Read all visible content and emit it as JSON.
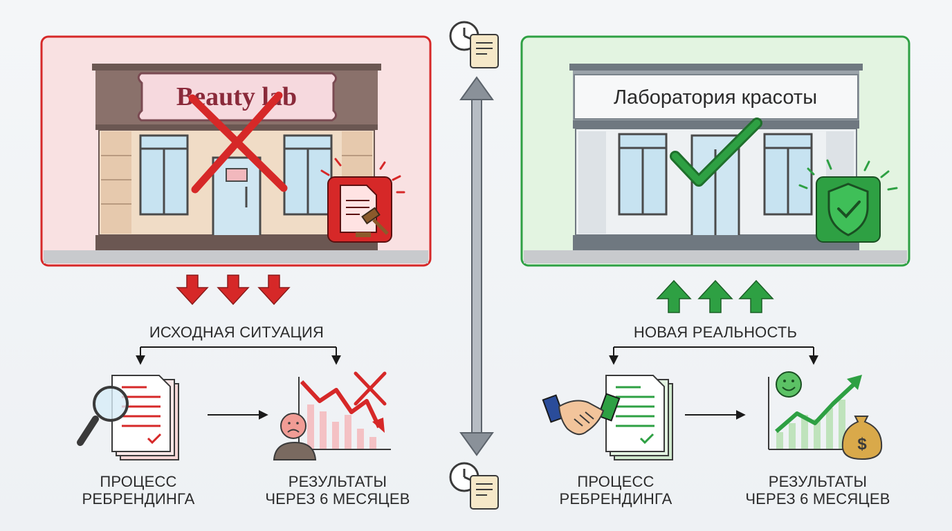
{
  "left_panel": {
    "sign_text": "Beauty lab",
    "section_title": "ИСХОДНАЯ СИТУАЦИЯ",
    "step_process": {
      "line1": "ПРОЦЕСС",
      "line2": "РЕБРЕНДИНГА"
    },
    "step_results": {
      "line1": "РЕЗУЛЬТАТЫ",
      "line2": "ЧЕРЕЗ 6 МЕСЯЦЕВ"
    }
  },
  "right_panel": {
    "sign_text": "Лаборатория красоты",
    "section_title": "НОВАЯ РЕАЛЬНОСТЬ",
    "step_process": {
      "line1": "ПРОЦЕСС",
      "line2": "РЕБРЕНДИНГА"
    },
    "step_results": {
      "line1": "РЕЗУЛЬТАТЫ",
      "line2": "ЧЕРЕЗ 6 МЕСЯЦЕВ"
    }
  },
  "colors": {
    "negative": "#d62828",
    "positive": "#2ea043",
    "timeline": "#8a9199"
  },
  "icons": {
    "left": [
      "cross-mark-icon",
      "legal-document-gavel-icon",
      "magnifier-document-icon",
      "declining-chart-icon",
      "sad-face-icon",
      "down-arrow-icon"
    ],
    "right": [
      "check-mark-icon",
      "shield-check-icon",
      "handshake-icon",
      "checked-document-icon",
      "growth-chart-icon",
      "smiley-face-icon",
      "money-bag-icon",
      "up-arrow-icon"
    ],
    "center": [
      "clock-contract-icon",
      "double-headed-arrow-icon"
    ]
  }
}
